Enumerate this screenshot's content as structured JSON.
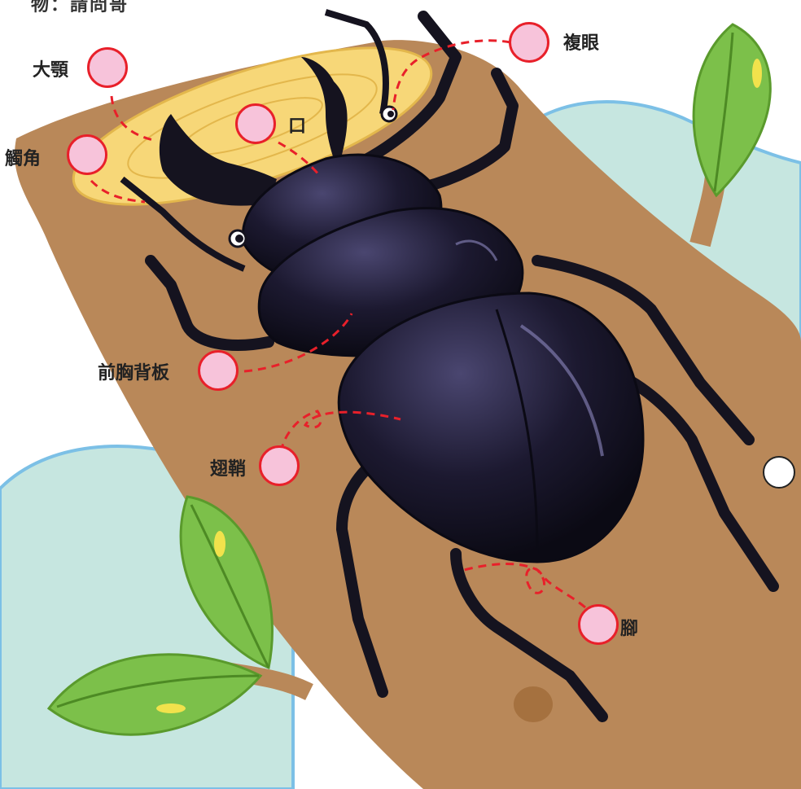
{
  "header_fragment": "物：請問哥",
  "labels": {
    "mandible": "大顎",
    "antenna": "觸角",
    "mouth": "口",
    "compound_eye": "複眼",
    "pronotum": "前胸背板",
    "elytra": "翅鞘",
    "legs": "腳"
  },
  "colors": {
    "marker_fill": "#f7c3da",
    "marker_stroke": "#e8202a",
    "branch": "#b98859",
    "sky": "#c6e6e0",
    "leaf": "#7cc04a",
    "beetle": "#1a1626"
  },
  "icons": [
    "stag-beetle",
    "tree-branch",
    "leaf",
    "cloud"
  ]
}
